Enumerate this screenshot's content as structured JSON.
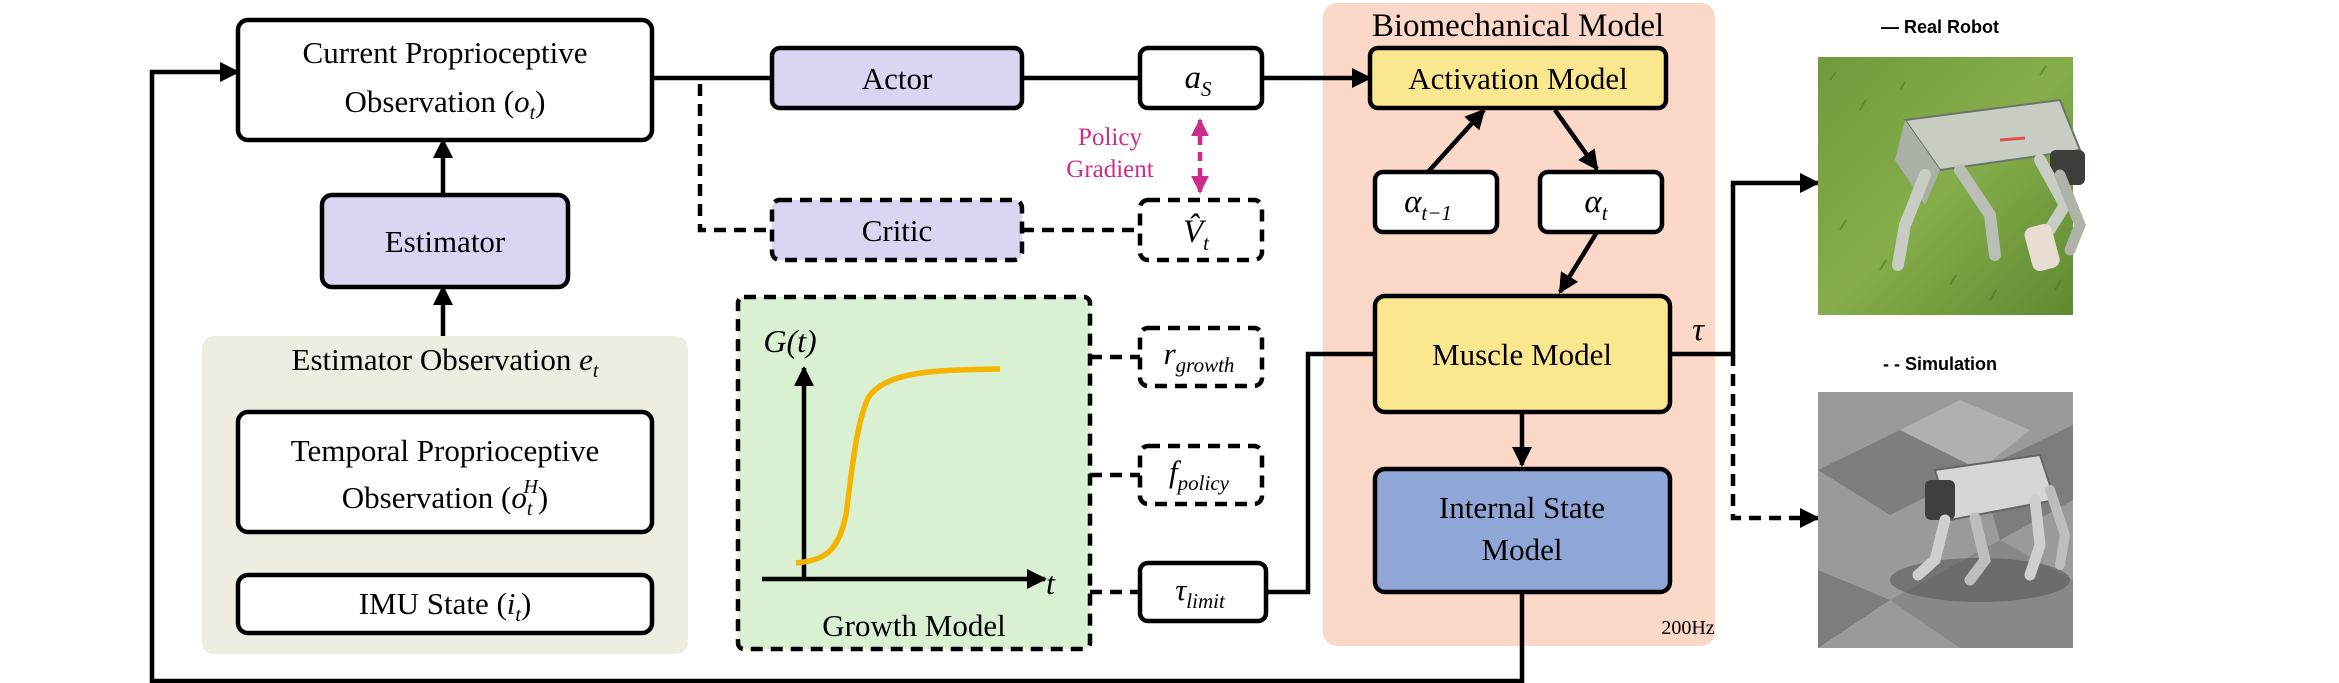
{
  "colors": {
    "purple": "#d9d5f2",
    "yellow": "#fbe88e",
    "blue": "#8fa6d6",
    "beige": "#efece1",
    "salmon": "#fbd8c8",
    "green": "#d9f0d2",
    "curve": "#f4b400",
    "gradient_arrow": "#cc2d8b"
  },
  "current_obs": {
    "line1": "Current Proprioceptive",
    "line2": "Observation (",
    "sym": "o",
    "sub": "t",
    "close": ")"
  },
  "estimator": {
    "label": "Estimator"
  },
  "estimator_obs": {
    "title": "Estimator Observation ",
    "sym": "e",
    "sub": "t"
  },
  "temporal_obs": {
    "line1": "Temporal Proprioceptive",
    "line2": "Observation (",
    "sym": "o",
    "sub": "t",
    "sup": "H",
    "close": ")"
  },
  "imu": {
    "text": "IMU State (",
    "sym": "i",
    "sub": "t",
    "close": ")"
  },
  "actor": {
    "label": "Actor"
  },
  "critic": {
    "label": "Critic"
  },
  "a_s": {
    "sym": "a",
    "sub": "S"
  },
  "v_t": {
    "sym": "V̂",
    "sub": "t"
  },
  "policy_gradient": {
    "line1": "Policy",
    "line2": "Gradient"
  },
  "biomech": {
    "title": "Biomechanical Model",
    "rate": "200Hz",
    "activation": "Activation Model",
    "alpha_prev": {
      "sym": "α",
      "sub": "t−1"
    },
    "alpha_t": {
      "sym": "α",
      "sub": "t"
    },
    "muscle": "Muscle Model",
    "internal_line1": "Internal State",
    "internal_line2": "Model",
    "tau": "τ"
  },
  "growth": {
    "title": "Growth Model",
    "ylabel": "G(t)",
    "xlabel": "t"
  },
  "r_growth": {
    "sym": "r",
    "sub": "growth"
  },
  "f_policy": {
    "sym": "f",
    "sub": "policy"
  },
  "tau_limit": {
    "sym": "τ",
    "sub": "limit"
  },
  "real_robot": {
    "title": "— Real Robot"
  },
  "simulation": {
    "title": "- - Simulation"
  }
}
